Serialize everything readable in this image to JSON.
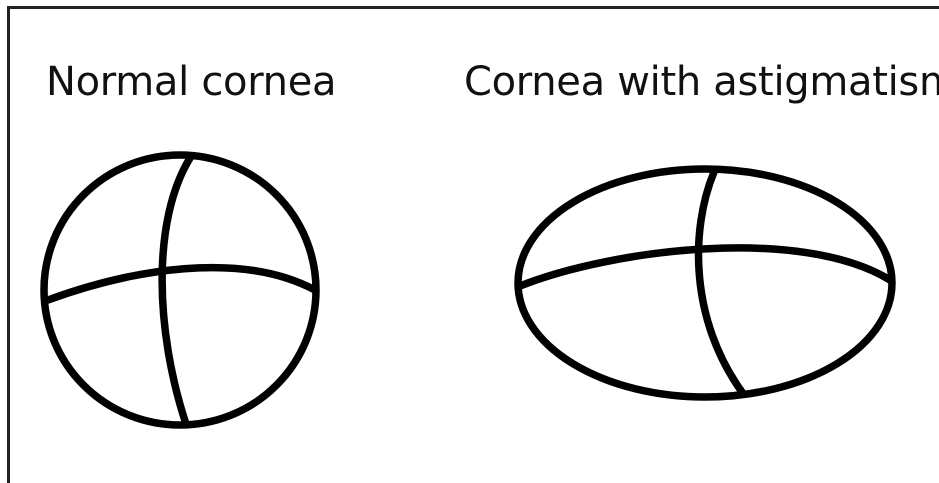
{
  "labels": {
    "normal": "Normal cornea",
    "astigmatism": "Cornea with astigmatism"
  },
  "colors": {
    "stroke": "#000000",
    "text": "#111111",
    "frame": "#222222",
    "background": "#ffffff"
  },
  "icons": {
    "normal": "round-cornea-with-meridians",
    "astigmatism": "oval-cornea-with-meridians"
  }
}
